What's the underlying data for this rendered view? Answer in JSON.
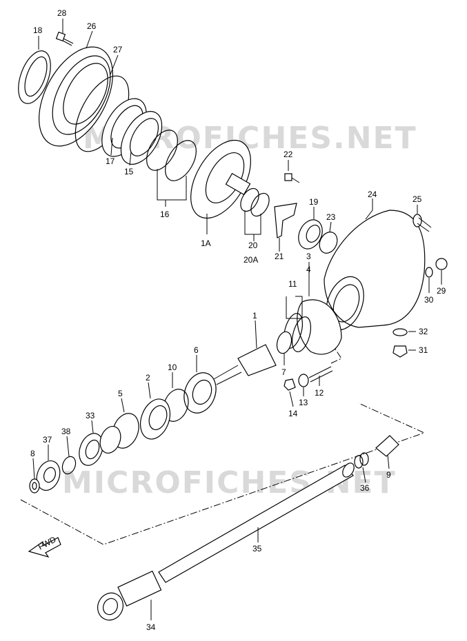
{
  "diagram": {
    "watermark": "MICROFICHES.NET",
    "direction_label": "FWD",
    "callouts": [
      "28",
      "18",
      "26",
      "27",
      "17",
      "15",
      "16",
      "1A",
      "22",
      "20",
      "20A",
      "21",
      "19",
      "23",
      "24",
      "25",
      "3",
      "4",
      "29",
      "30",
      "11",
      "1",
      "6",
      "10",
      "2",
      "5",
      "33",
      "37",
      "38",
      "8",
      "7",
      "13",
      "14",
      "12",
      "32",
      "31",
      "9",
      "36",
      "35",
      "34"
    ]
  }
}
